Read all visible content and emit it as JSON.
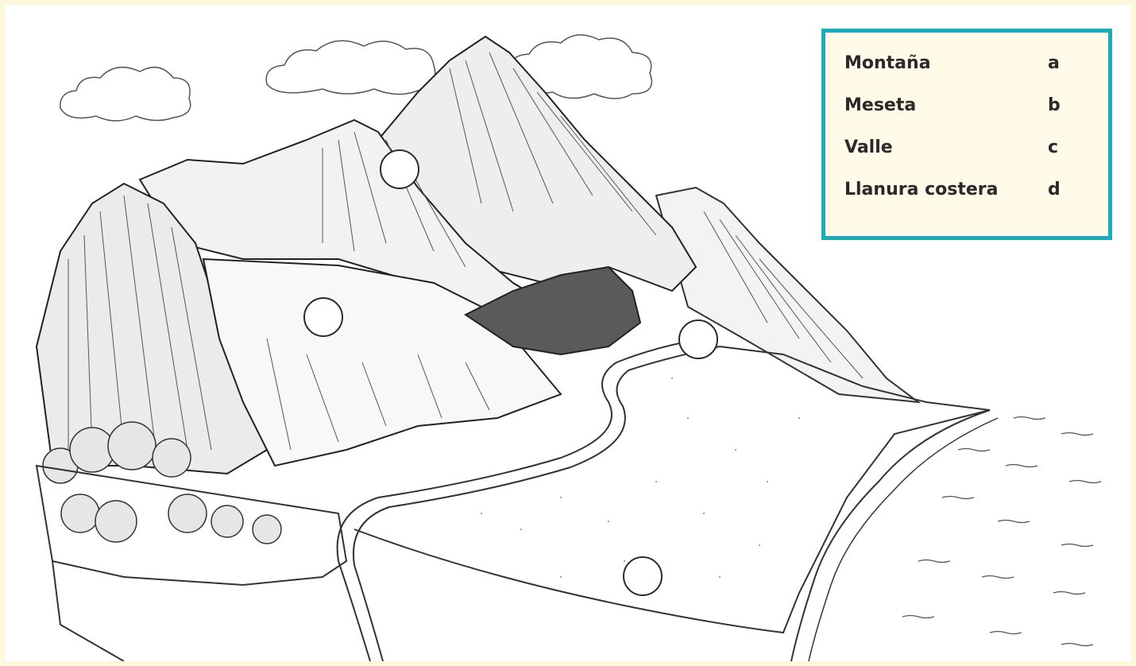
{
  "legend": {
    "items": [
      {
        "term": "Montaña",
        "letter": "a"
      },
      {
        "term": "Meseta",
        "letter": "b"
      },
      {
        "term": "Valle",
        "letter": "c"
      },
      {
        "term": "Llanura costera",
        "letter": "d"
      }
    ]
  },
  "colors": {
    "background": "#fdf7dc",
    "legend_border": "#1aacbb",
    "legend_fill": "#fffbe8",
    "ink": "#2a2a2a"
  },
  "answer_markers": [
    {
      "id": "marker-mountain-peak"
    },
    {
      "id": "marker-plateau"
    },
    {
      "id": "marker-valley"
    },
    {
      "id": "marker-coastal-plain"
    }
  ]
}
